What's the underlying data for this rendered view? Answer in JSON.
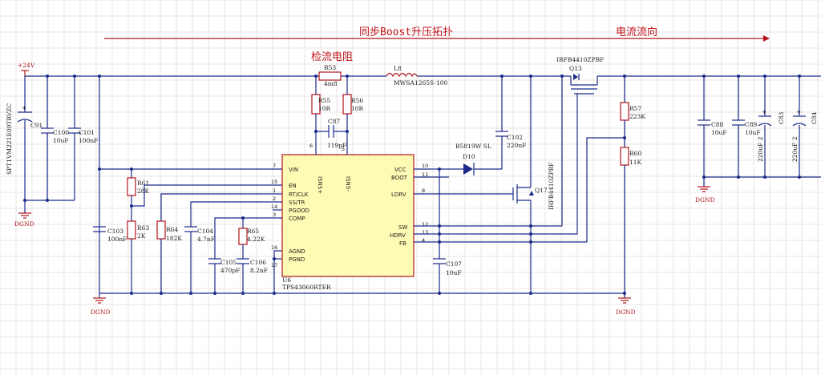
{
  "annotations": {
    "topology": "同步Boost升压拓扑",
    "current_flow": "电流流向",
    "sense_resistor": "检流电阻"
  },
  "power": {
    "vin": "+24V",
    "gnd": "DGND"
  },
  "ic": {
    "ref": "U6",
    "part": "TPS43060RTER",
    "left_pins": [
      {
        "num": "7",
        "name": "VIN"
      },
      {
        "num": "15",
        "name": "EN"
      },
      {
        "num": "1",
        "name": "RT/CLK"
      },
      {
        "num": "2",
        "name": "SS/TR"
      },
      {
        "num": "14",
        "name": "PGOOD"
      },
      {
        "num": "3",
        "name": "COMP"
      },
      {
        "num": "16",
        "name": "AGND"
      },
      {
        "num": "17",
        "name": "PGND"
      }
    ],
    "right_pins": [
      {
        "num": "10",
        "name": "VCC"
      },
      {
        "num": "11",
        "name": "BOOT"
      },
      {
        "num": "8",
        "name": "LDRV"
      },
      {
        "num": "12",
        "name": "SW"
      },
      {
        "num": "13",
        "name": "HDRV"
      },
      {
        "num": "4",
        "name": "FB"
      }
    ],
    "top_pins": [
      {
        "num": "6",
        "name": "ISNS+"
      },
      {
        "num": "5",
        "name": "ISNS-"
      }
    ]
  },
  "components": {
    "C91": {
      "ref": "C91",
      "value": "SPT1VM221E09TRVZC"
    },
    "C100": {
      "ref": "C100",
      "value": "10uF"
    },
    "C101": {
      "ref": "C101",
      "value": "100nF"
    },
    "C103": {
      "ref": "C103",
      "value": "100nF"
    },
    "R61": {
      "ref": "R61",
      "value": "28K"
    },
    "R63": {
      "ref": "R63",
      "value": "2K"
    },
    "R64": {
      "ref": "R64",
      "value": "182K"
    },
    "C104": {
      "ref": "C104",
      "value": "4.7nF"
    },
    "R65": {
      "ref": "R65",
      "value": "4.22K"
    },
    "C105": {
      "ref": "C105",
      "value": "470pF"
    },
    "C106": {
      "ref": "C106",
      "value": "8.2nF"
    },
    "R53": {
      "ref": "R53",
      "value": "4m8"
    },
    "R55": {
      "ref": "R55",
      "value": "10R"
    },
    "R56": {
      "ref": "R56",
      "value": "10R"
    },
    "C87": {
      "ref": "C87",
      "value": "119pF"
    },
    "L8": {
      "ref": "L8",
      "value": "MWSA1265S-100"
    },
    "D10": {
      "ref": "D10",
      "value": "B5819W  SL"
    },
    "C102": {
      "ref": "C102",
      "value": "220nF"
    },
    "C107": {
      "ref": "C107",
      "value": "10uF"
    },
    "Q17": {
      "ref": "Q17",
      "value": "IRFB4410ZPBF"
    },
    "Q13": {
      "ref": "Q13",
      "value": "IRFB4410ZPBF"
    },
    "R57": {
      "ref": "R57",
      "value": "223K"
    },
    "R60": {
      "ref": "R60",
      "value": "11K"
    },
    "C88": {
      "ref": "C88",
      "value": "10uF"
    },
    "C89": {
      "ref": "C89",
      "value": "10uF"
    },
    "C83": {
      "ref": "C83",
      "value": "220uF 2"
    },
    "C84": {
      "ref": "C84",
      "value": "220uF 2"
    }
  }
}
